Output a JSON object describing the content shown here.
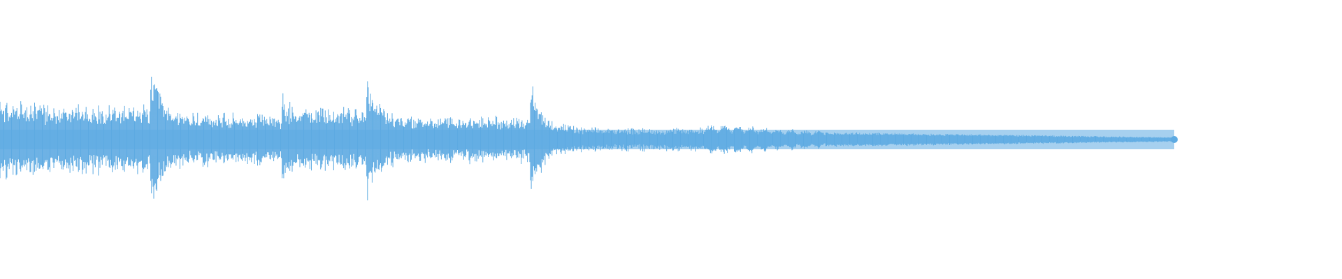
{
  "waveform": {
    "color": "#5DAAE2",
    "background": "#FFFFFF",
    "duration_fraction": 0.875,
    "segments": [
      {
        "start": 0.0,
        "end": 0.072,
        "peak": 0.3,
        "sustain": 0.25,
        "kind": "dense"
      },
      {
        "start": 0.072,
        "end": 0.112,
        "peak": 0.26,
        "sustain": 0.24,
        "kind": "dense"
      },
      {
        "start": 0.112,
        "end": 0.21,
        "peak": 0.58,
        "sustain": 0.18,
        "kind": "dense"
      },
      {
        "start": 0.21,
        "end": 0.273,
        "peak": 0.34,
        "sustain": 0.22,
        "kind": "dense"
      },
      {
        "start": 0.273,
        "end": 0.395,
        "peak": 0.5,
        "sustain": 0.16,
        "kind": "dense"
      },
      {
        "start": 0.395,
        "end": 0.525,
        "peak": 0.44,
        "sustain": 0.08,
        "kind": "dense"
      },
      {
        "start": 0.525,
        "end": 0.615,
        "peak": 0.11,
        "sustain": 0.06,
        "kind": "beating"
      },
      {
        "start": 0.615,
        "end": 0.875,
        "peak": 0.05,
        "sustain": 0.015,
        "kind": "tail"
      }
    ]
  }
}
